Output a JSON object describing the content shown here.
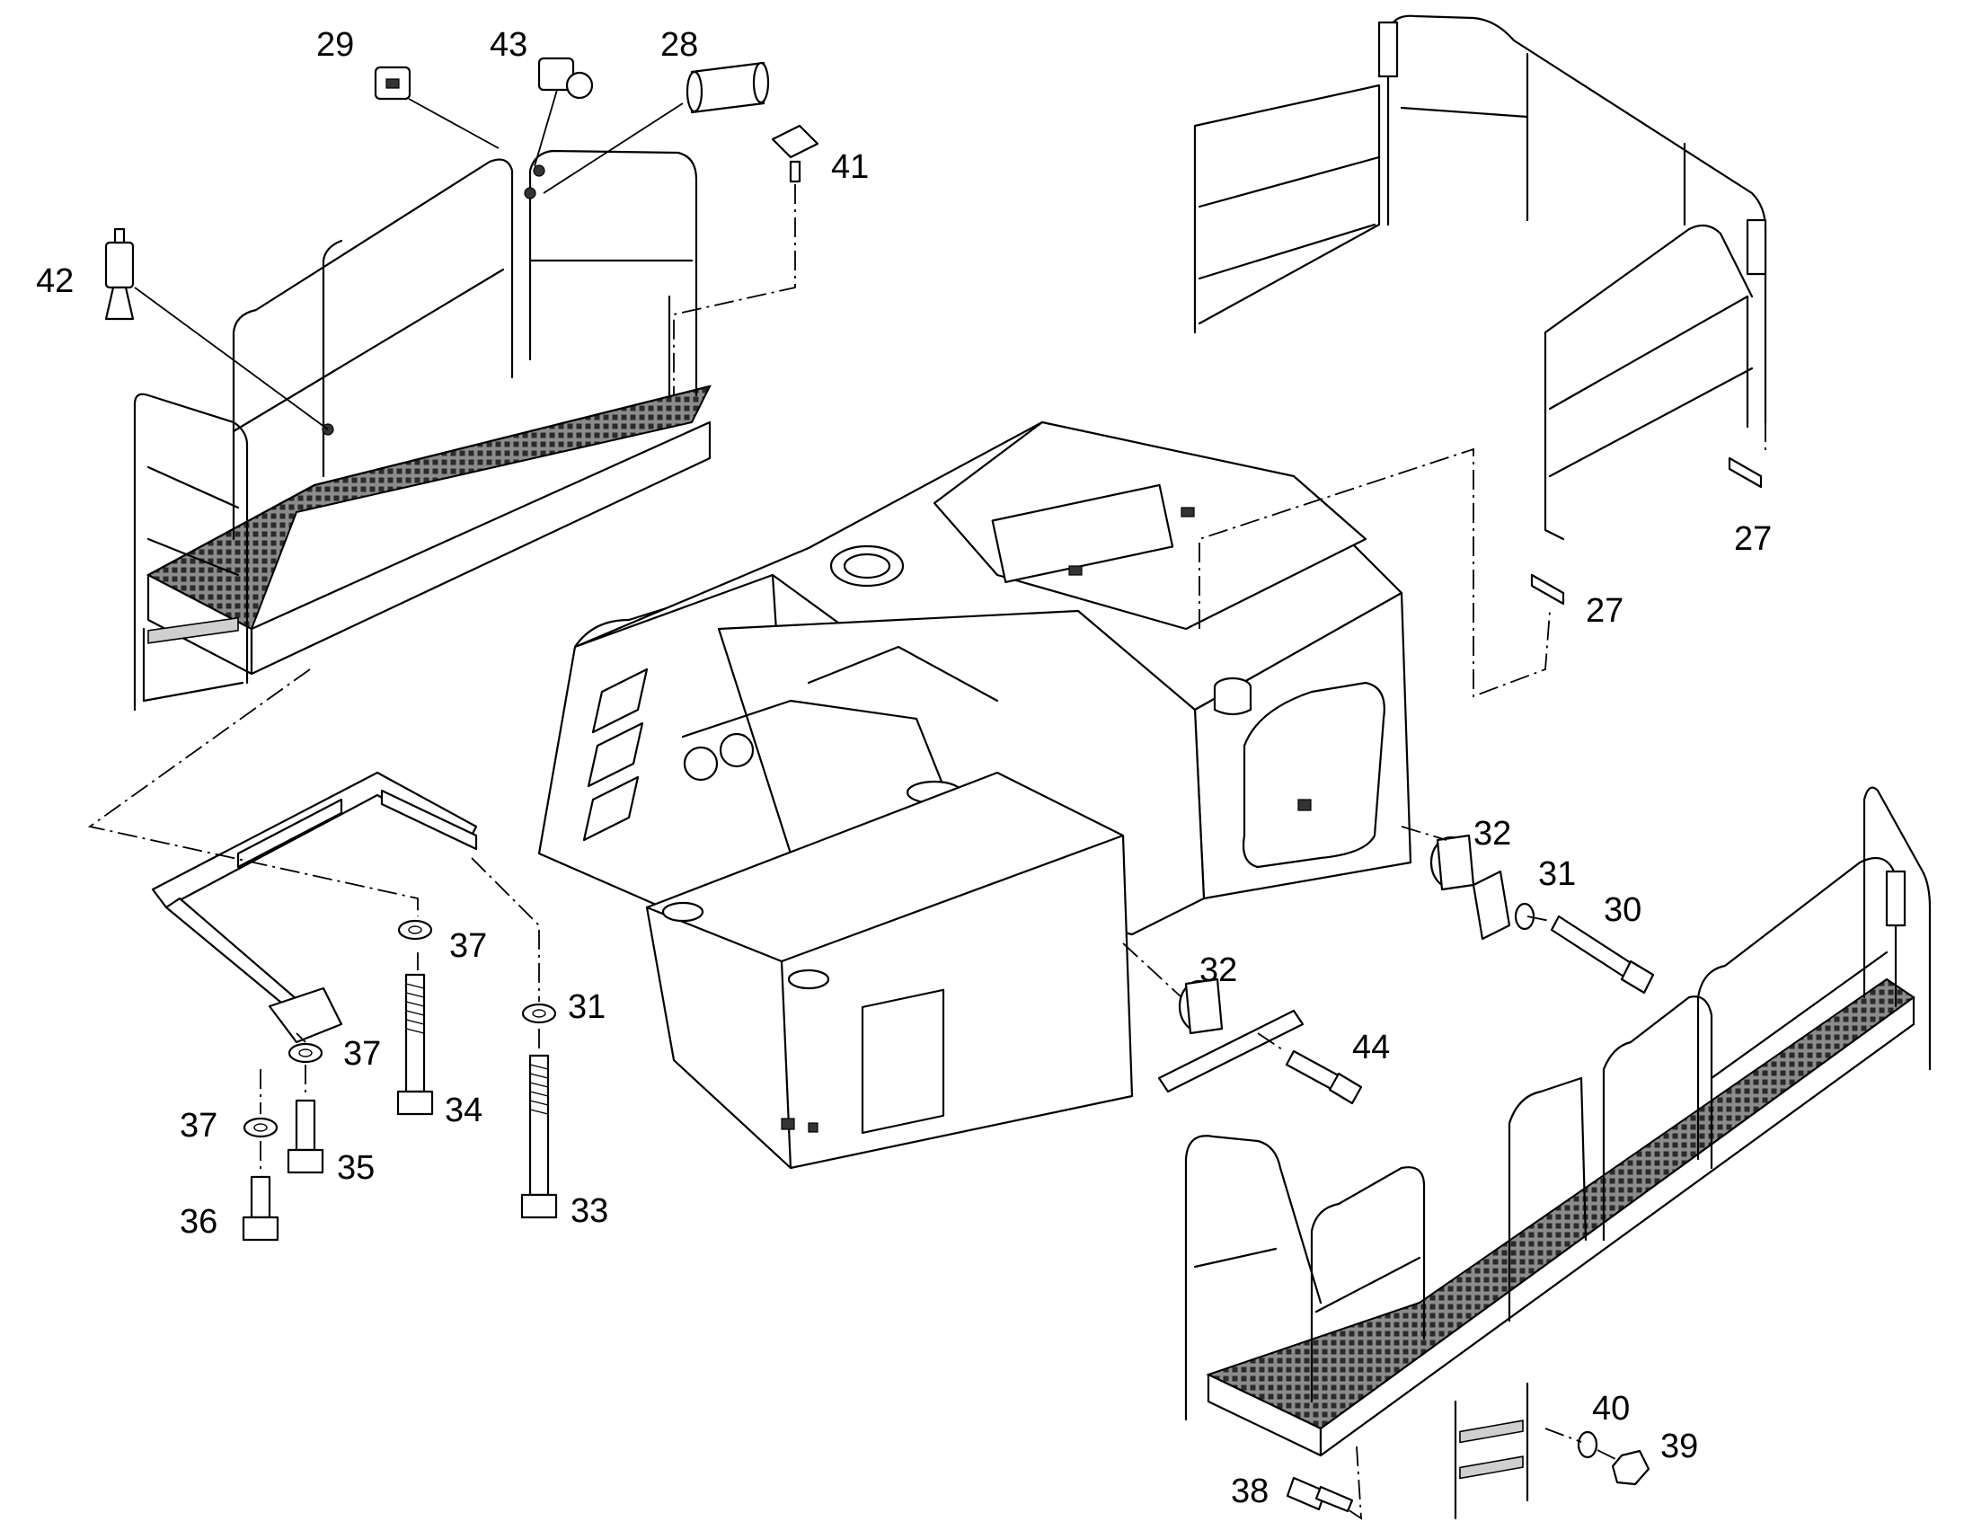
{
  "callouts": [
    {
      "id": "29",
      "label": "29"
    },
    {
      "id": "43",
      "label": "43"
    },
    {
      "id": "28",
      "label": "28"
    },
    {
      "id": "41",
      "label": "41"
    },
    {
      "id": "42",
      "label": "42"
    },
    {
      "id": "27a",
      "label": "27"
    },
    {
      "id": "27b",
      "label": "27"
    },
    {
      "id": "32a",
      "label": "32"
    },
    {
      "id": "31a",
      "label": "31"
    },
    {
      "id": "30",
      "label": "30"
    },
    {
      "id": "32b",
      "label": "32"
    },
    {
      "id": "44",
      "label": "44"
    },
    {
      "id": "37a",
      "label": "37"
    },
    {
      "id": "31b",
      "label": "31"
    },
    {
      "id": "37b",
      "label": "37"
    },
    {
      "id": "34",
      "label": "34"
    },
    {
      "id": "37c",
      "label": "37"
    },
    {
      "id": "35",
      "label": "35"
    },
    {
      "id": "36",
      "label": "36"
    },
    {
      "id": "33",
      "label": "33"
    },
    {
      "id": "40",
      "label": "40"
    },
    {
      "id": "39",
      "label": "39"
    },
    {
      "id": "38",
      "label": "38"
    }
  ]
}
